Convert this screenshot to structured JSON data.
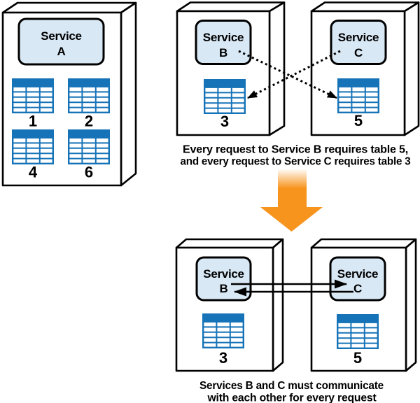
{
  "figure": {
    "colors": {
      "table_blue": "#1673B8",
      "service_box_fill": "#D8E8F5",
      "transform_arrow_orange": "#F7941E",
      "outline_black": "#000000"
    },
    "top": {
      "box_a": {
        "service_name": "Service",
        "service_letter": "A",
        "table_labels": [
          "1",
          "2",
          "4",
          "6"
        ]
      },
      "box_b": {
        "service_name": "Service",
        "service_letter": "B",
        "table_label": "3"
      },
      "box_c": {
        "service_name": "Service",
        "service_letter": "C",
        "table_label": "5"
      },
      "caption_line1": "Every request to Service B requires table 5,",
      "caption_line2": "and every request to Service C requires table 3"
    },
    "bottom": {
      "box_b": {
        "service_name": "Service",
        "service_letter": "B",
        "table_label": "3"
      },
      "box_c": {
        "service_name": "Service",
        "service_letter": "C",
        "table_label": "5"
      },
      "caption_line1": "Services B and C must communicate",
      "caption_line2": "with each other for every request"
    }
  }
}
